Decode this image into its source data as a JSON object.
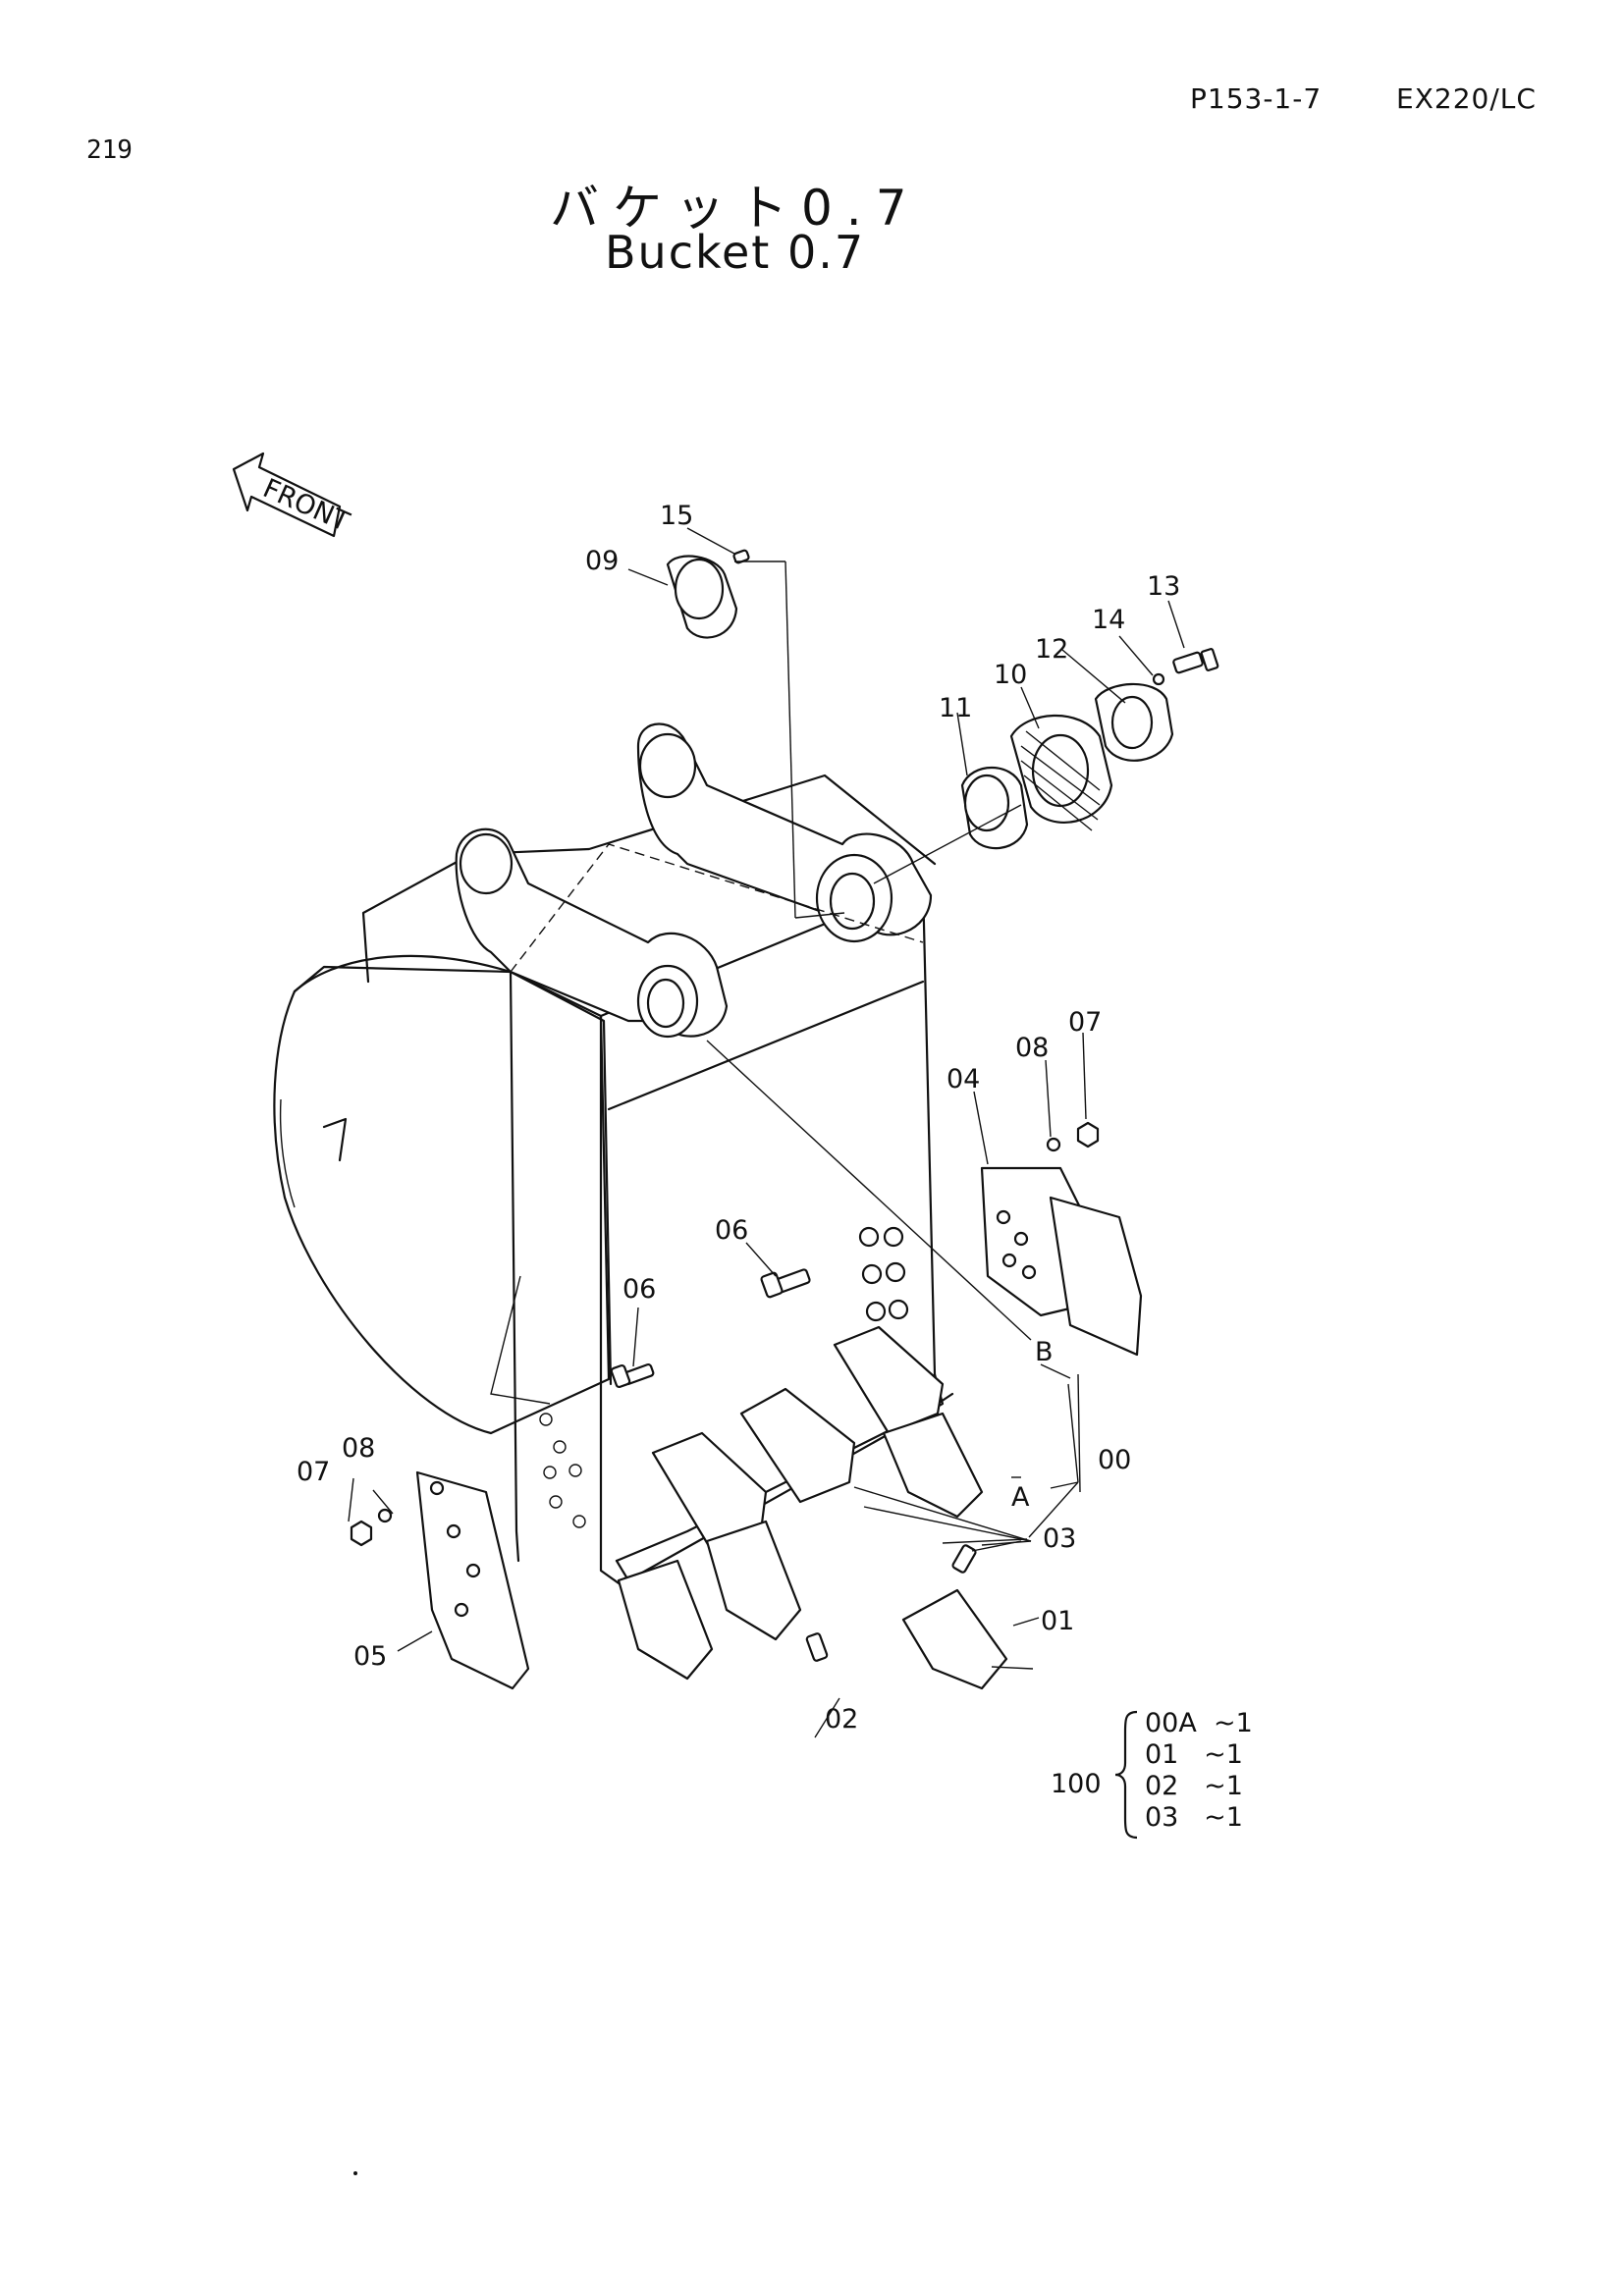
{
  "header": {
    "page_number": "219",
    "reference_code": "P153-1-7",
    "model": "EX220/LC"
  },
  "title": {
    "japanese": "バケット0.7",
    "english": "Bucket 0.7"
  },
  "diagram": {
    "front_label": "FRONT",
    "callouts": {
      "c15": "15",
      "c09": "09",
      "c13": "13",
      "c14": "14",
      "c12": "12",
      "c10": "10",
      "c11": "11",
      "c07_right": "07",
      "c08_right": "08",
      "c04": "04",
      "c06_mid": "06",
      "c06_left": "06",
      "cB": "B",
      "c00": "00",
      "cA": "A",
      "c07_left": "07",
      "c08_left": "08",
      "c03": "03",
      "c01": "01",
      "c05": "05",
      "c02": "02"
    }
  },
  "kit": {
    "code": "100",
    "items": [
      {
        "part": "00A",
        "qty": "~1"
      },
      {
        "part": "01",
        "qty": "~1"
      },
      {
        "part": "02",
        "qty": "~1"
      },
      {
        "part": "03",
        "qty": "~1"
      }
    ]
  }
}
